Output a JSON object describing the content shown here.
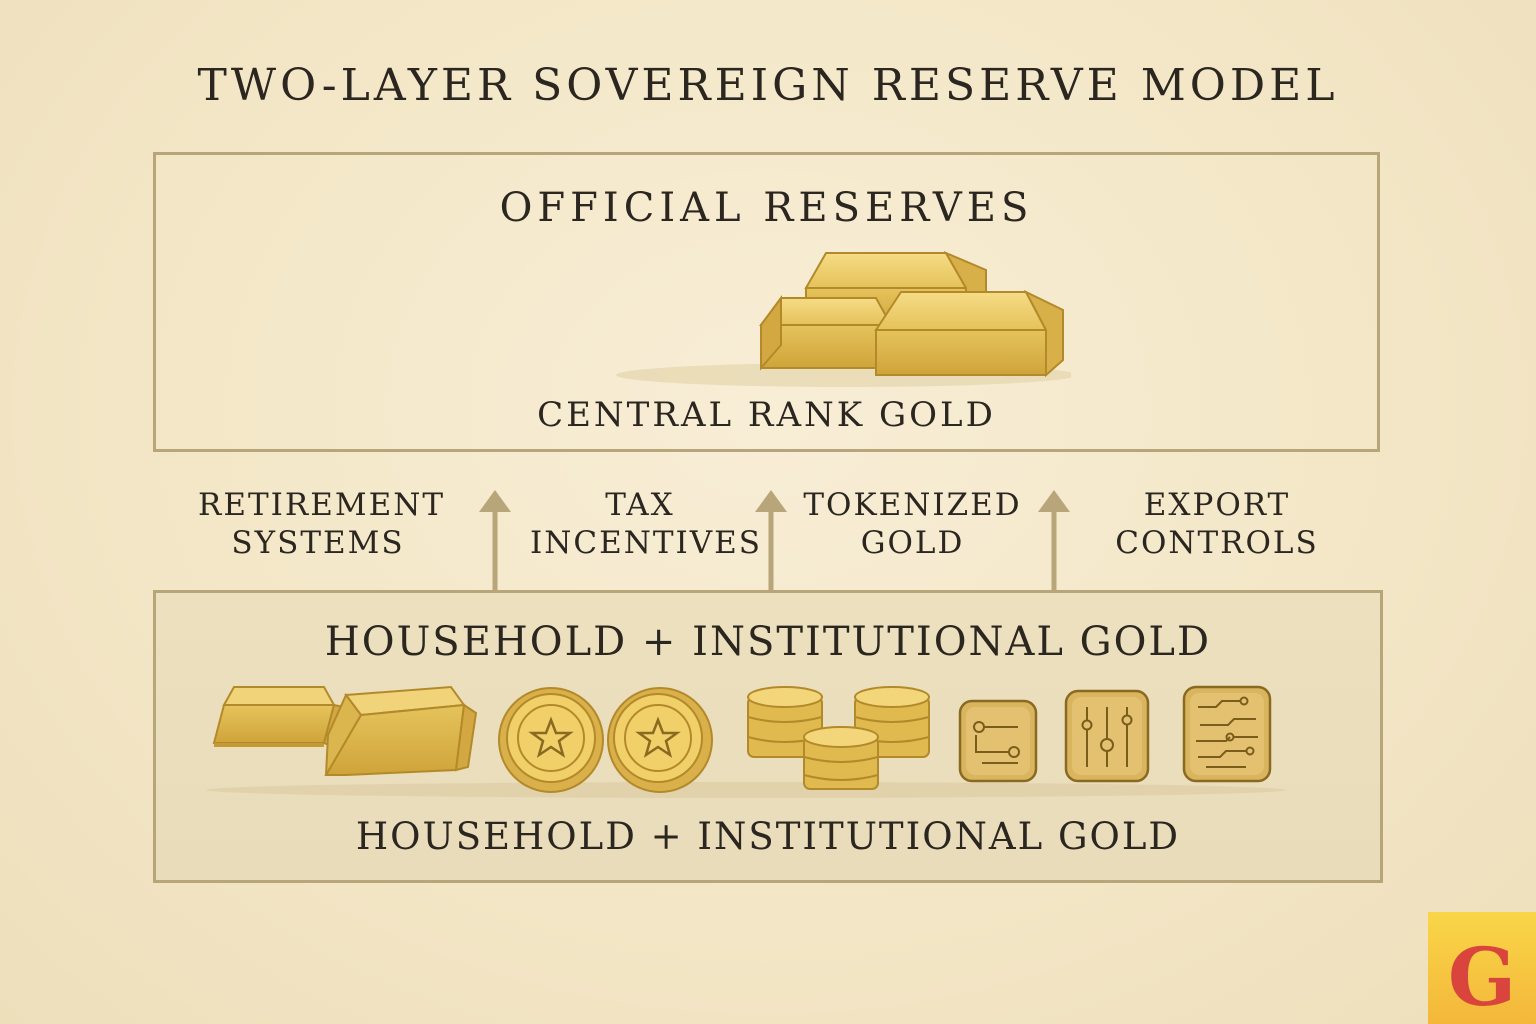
{
  "title": "TWO-LAYER SOVEREIGN RESERVE MODEL",
  "top_layer": {
    "heading": "OFFICIAL RESERVES",
    "caption": "CENTRAL RANK GOLD",
    "icon": "stacked-gold-bars-icon"
  },
  "channels": [
    {
      "line1": "RETIREMENT",
      "line2": "SYSTEMS"
    },
    {
      "line1": "TAX",
      "line2": "INCENTIVES"
    },
    {
      "line1": "TOKENIZED",
      "line2": "GOLD"
    },
    {
      "line1": "EXPORT",
      "line2": "CONTROLS"
    }
  ],
  "bottom_layer": {
    "heading": "HOUSEHOLD + INSTITUTIONAL GOLD",
    "caption": "HOUSEHOLD + INSTITUTIONAL GOLD",
    "icons": [
      "gold-bar-icon",
      "gold-bar-icon",
      "star-coin-icon",
      "star-coin-icon",
      "coin-stack-icon",
      "digital-token-icon",
      "digital-token-icon",
      "digital-token-icon"
    ]
  },
  "logo": {
    "letter": "G"
  },
  "colors": {
    "background": "#f3e6c6",
    "border": "#b8a67a",
    "gold": "#e5c25a",
    "gold_dark": "#c99b2e",
    "text": "#2b2620",
    "logo_bg": "#f6c940",
    "logo_letter": "#d9453d"
  }
}
